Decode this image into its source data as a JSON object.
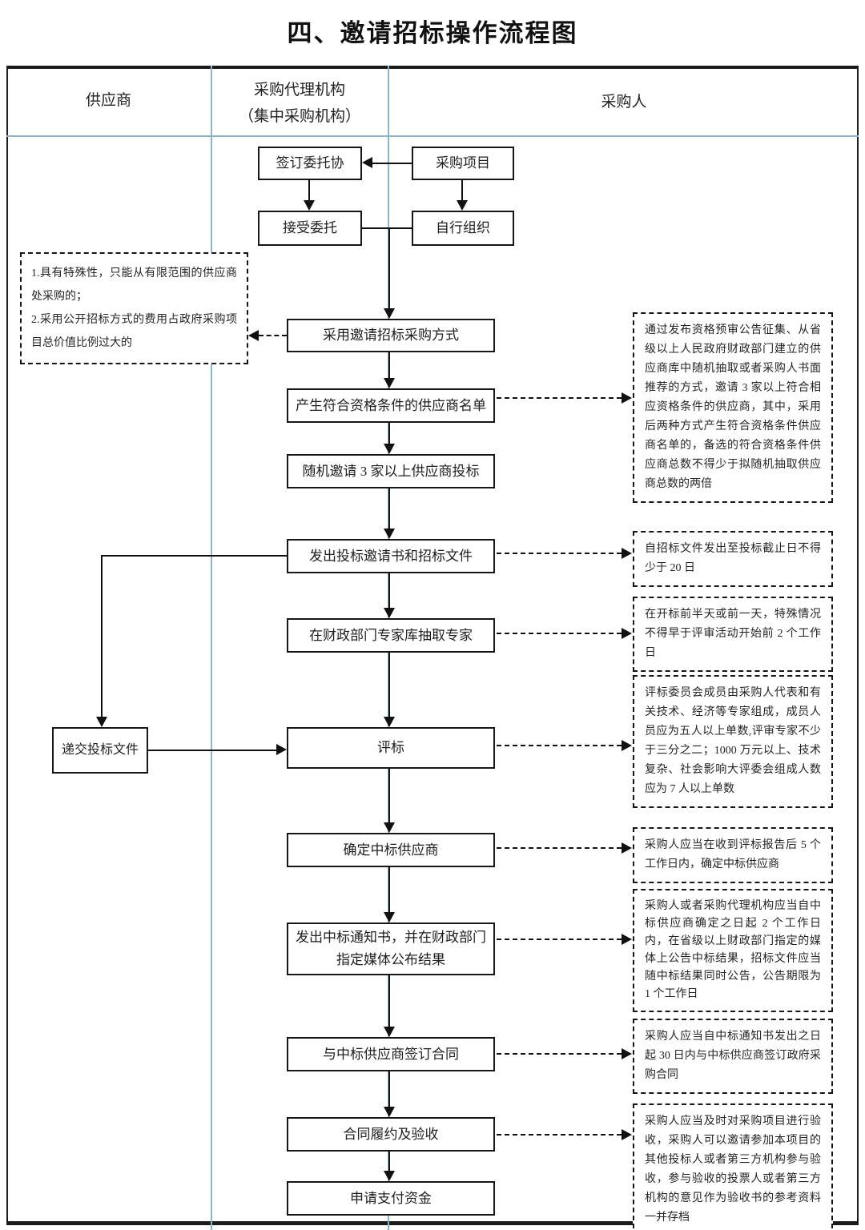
{
  "title": "四、邀请招标操作流程图",
  "columns": {
    "supplier": "供应商",
    "agency_line1": "采购代理机构",
    "agency_line2": "（集中采购机构）",
    "purchaser": "采购人"
  },
  "nodes": {
    "sign_agreement": "签订委托协",
    "project": "采购项目",
    "accept_entrust": "接受委托",
    "self_organize": "自行组织",
    "method": "采用邀请招标采购方式",
    "supplier_list": "产生符合资格条件的供应商名单",
    "random_invite": "随机邀请 3 家以上供应商投标",
    "send_invitation": "发出投标邀请书和招标文件",
    "draw_experts": "在财政部门专家库抽取专家",
    "bid_evaluation": "评标",
    "determine_winner": "确定中标供应商",
    "award_notice_line1": "发出中标通知书，并在财政部门",
    "award_notice_line2": "指定媒体公布结果",
    "sign_contract": "与中标供应商签订合同",
    "fulfill_accept": "合同履约及验收",
    "request_payment": "申请支付资金",
    "submit_bid": "递交投标文件"
  },
  "notes": {
    "left_line1": "1.具有特殊性，只能从有限范围的供应商处采购的；",
    "left_line2": "2.采用公开招标方式的费用占政府采购项目总价值比例过大的",
    "qualification": "通过发布资格预审公告征集、从省级以上人民政府财政部门建立的供应商库中随机抽取或者采购人书面推荐的方式，邀请 3 家以上符合相应资格条件的供应商，其中，采用后两种方式产生符合资格条件供应商名单的，备选的符合资格条件供应商总数不得少于拟随机抽取供应商总数的两倍",
    "deadline_20days": "自招标文件发出至投标截止日不得少于 20 日",
    "expert_timing": "在开标前半天或前一天，特殊情况不得早于评审活动开始前 2 个工作日",
    "committee": "评标委员会成员由采购人代表和有关技术、经济等专家组成，成员人员应为五人以上单数,评审专家不少于三分之二；1000 万元以上、技术复杂、社会影响大评委会组成人数应为 7 人以上单数",
    "confirm_5days": "采购人应当在收到评标报告后 5 个工作日内，确定中标供应商",
    "announce_result": "采购人或者采购代理机构应当自中标供应商确定之日起 2 个工作日内，在省级以上财政部门指定的媒体上公告中标结果，招标文件应当随中标结果同时公告，公告期限为 1 个工作日",
    "contract_30days": "采购人应当自中标通知书发出之日起 30 日内与中标供应商签订政府采购合同",
    "acceptance_note": "采购人应当及时对采购项目进行验收，采购人可以邀请参加本项目的其他投标人或者第三方机构参与验收，参与验收的投票人或者第三方机构的意见作为验收书的参考资料一并存档"
  },
  "colors": {
    "divider_blue": "#8fb3c8",
    "line_black": "#111111"
  }
}
